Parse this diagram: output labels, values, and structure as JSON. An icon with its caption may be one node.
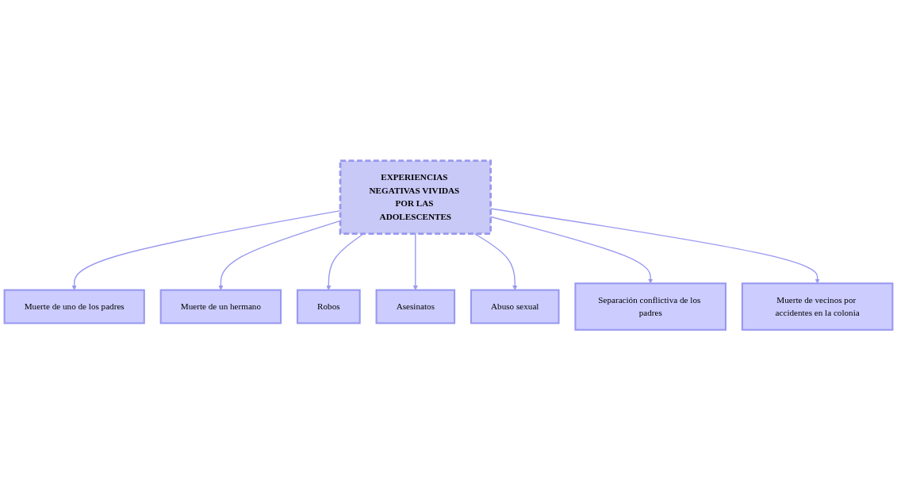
{
  "diagram": {
    "nodes": [
      {
        "text": [
          "EXPERIENCIAS NEGATIVAS VIVIDAS POR LAS ADOLESCENTES"
        ]
      },
      {
        "text": [
          "Muerte de uno de los padres"
        ]
      },
      {
        "text": [
          "Muerte de un hermano"
        ]
      },
      {
        "text": [
          "Robos"
        ]
      },
      {
        "text": [
          "Asesinatos"
        ]
      },
      {
        "text": [
          "Abuso sexual"
        ]
      },
      {
        "text": [
          "Separación conflictiva de los padres"
        ]
      },
      {
        "text": [
          "Muerte de vecinos por accidentes en la colonia"
        ]
      }
    ],
    "edges": [
      {
        "from": 0,
        "to": 1,
        "arrow": "to"
      },
      {
        "from": 0,
        "to": 2,
        "arrow": "to"
      },
      {
        "from": 0,
        "to": 3,
        "arrow": "to"
      },
      {
        "from": 0,
        "to": 4,
        "arrow": "to"
      },
      {
        "from": 0,
        "to": 5,
        "arrow": "to"
      },
      {
        "from": 0,
        "to": 6,
        "arrow": "to"
      },
      {
        "from": 0,
        "to": 7,
        "arrow": "to"
      }
    ]
  }
}
